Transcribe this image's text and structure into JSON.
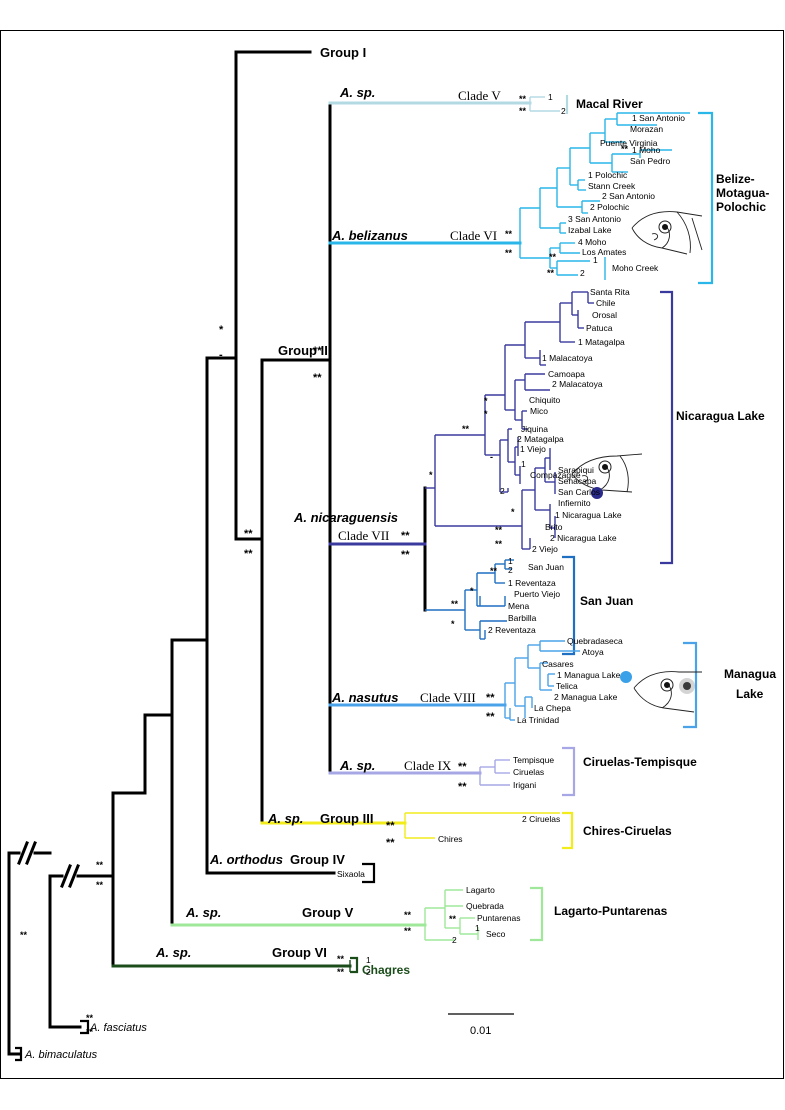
{
  "colors": {
    "black": "#000000",
    "macal": "#b3d9e3",
    "belize": "#29b6e8",
    "nicaragua": "#3a3a9e",
    "sanjuan": "#1f6fc2",
    "managua": "#4aa3e8",
    "ciruelas_tempisque": "#a7a7e6",
    "chires": "#f2ec1a",
    "lagarto": "#9fe89a",
    "chagres": "#1b4d1b",
    "dot_nicaragua": "#2a2a8a",
    "dot_managua": "#3aa0e8"
  },
  "groups": {
    "g1": "Group I",
    "g2": "Group II",
    "g3": "Group III",
    "g4": "Group IV",
    "g5": "Group V",
    "g6": "Group VI"
  },
  "clades": {
    "c5": "Clade V",
    "c6": "Clade VI",
    "c7": "Clade VII",
    "c8": "Clade VIII",
    "c9": "Clade IX"
  },
  "species": {
    "sp": "A. sp.",
    "belizanus": "A. belizanus",
    "nicaraguensis": "A. nicaraguensis",
    "nasutus": "A. nasutus",
    "orthodus": "A. orthodus",
    "fasciatus": "A. fasciatus",
    "bimaculatus": "A. bimaculatus"
  },
  "regions": {
    "macal": "Macal River",
    "belize_1": "Belize-",
    "belize_2": "Motagua-",
    "belize_3": "Polochic",
    "nicaragua": "Nicaragua Lake",
    "sanjuan": "San Juan",
    "managua_1": "Managua",
    "managua_2": "Lake",
    "ciruelas_tempisque": "Ciruelas-Tempisque",
    "chires_ciruelas": "Chires-Ciruelas",
    "lagarto": "Lagarto-Puntarenas",
    "chagres": "Chagres"
  },
  "tips": {
    "macal": [
      "1",
      "2"
    ],
    "belize": [
      "1 San Antonio",
      "Morazan",
      "Puente Virginia",
      "1 Moho",
      "San Pedro",
      "1 Polochic",
      "Stann Creek",
      "2 San Antonio",
      "2 Polochic",
      "3 San Antonio",
      "Izabal Lake",
      "4 Moho",
      "Los Amates",
      "1",
      "2",
      "Moho Creek"
    ],
    "nicaragua": [
      "Santa Rita",
      "Chile",
      "Orosal",
      "Patuca",
      "1 Matagalpa",
      "1 Malacatoya",
      "Camoapa",
      "2 Malacatoya",
      "Chiquito",
      "Mico",
      "Jiquina",
      "2 Matagalpa",
      "1 Viejo",
      "1",
      "2",
      "Compazague",
      "Sarapiqui",
      "Senacapa",
      "San Carlos",
      "Infiernito",
      "1 Nicaragua Lake",
      "Brito",
      "2 Nicaragua Lake",
      "2 Viejo"
    ],
    "sanjuan": [
      "1",
      "2",
      "San Juan",
      "1 Reventaza",
      "Puerto Viejo",
      "Mena",
      "Barbilla",
      "2 Reventaza"
    ],
    "managua": [
      "Quebradaseca",
      "Atoya",
      "Casares",
      "1 Managua Lake",
      "Telica",
      "2 Managua Lake",
      "La Chepa",
      "La Trinidad"
    ],
    "ciruelas_tempisque": [
      "Tempisque",
      "Ciruelas",
      "Irigani"
    ],
    "chires": [
      "2  Ciruelas",
      "Chires"
    ],
    "orthodus": [
      "Sixaola"
    ],
    "lagarto": [
      "Lagarto",
      "Quebrada",
      "Puntarenas",
      "1",
      "Seco",
      "2"
    ],
    "chagres": [
      "1",
      "2"
    ]
  },
  "support": {
    "double": "**",
    "single": "*",
    "dash": "-"
  },
  "scale": {
    "label": "0.01"
  }
}
